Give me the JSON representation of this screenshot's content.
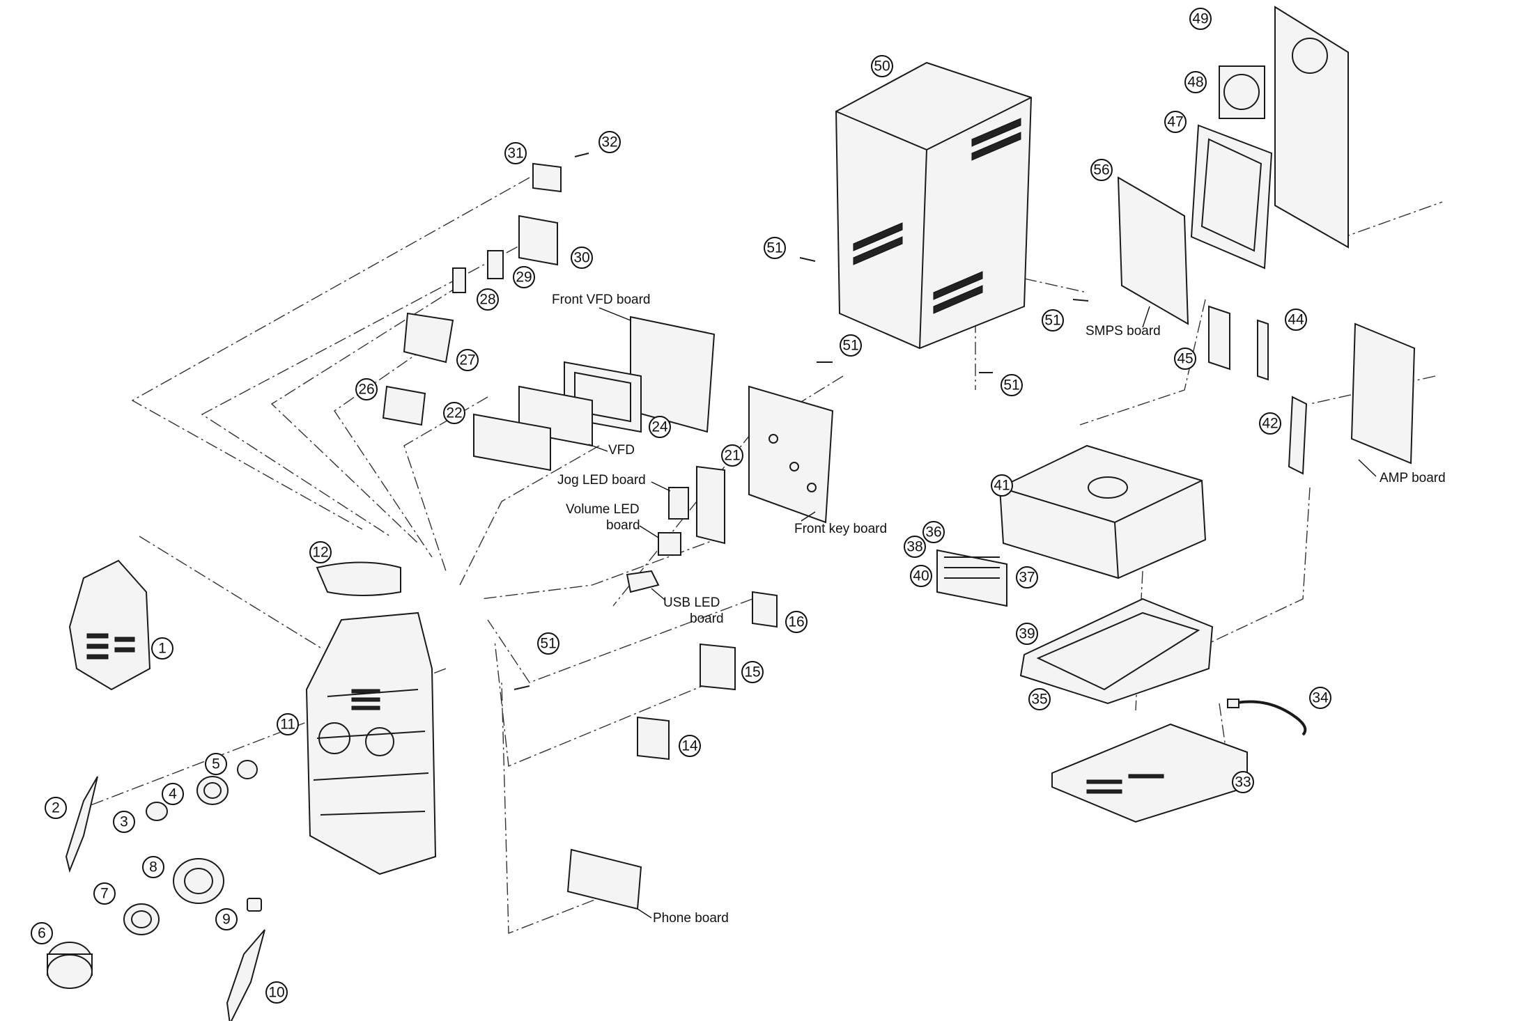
{
  "callouts": [
    "1",
    "2",
    "3",
    "4",
    "5",
    "6",
    "7",
    "8",
    "9",
    "10",
    "11",
    "12",
    "14",
    "15",
    "16",
    "21",
    "22",
    "24",
    "26",
    "27",
    "28",
    "29",
    "30",
    "31",
    "32",
    "33",
    "34",
    "35",
    "36",
    "37",
    "38",
    "39",
    "40",
    "41",
    "42",
    "44",
    "45",
    "47",
    "48",
    "49",
    "50",
    "51",
    "51",
    "51",
    "51",
    "51",
    "56"
  ],
  "labels": {
    "front_vfd_board": "Front VFD board",
    "vfd": "VFD",
    "jog_led_board": "Jog LED board",
    "volume_led_board_1": "Volume LED",
    "volume_led_board_2": "board",
    "front_key_board": "Front key board",
    "usb_led_board_1": "USB LED",
    "usb_led_board_2": "board",
    "phone_board": "Phone board",
    "smps_board": "SMPS board",
    "amp_board": "AMP board"
  },
  "colors": {
    "line": "#1a1a1a",
    "background": "#ffffff"
  }
}
